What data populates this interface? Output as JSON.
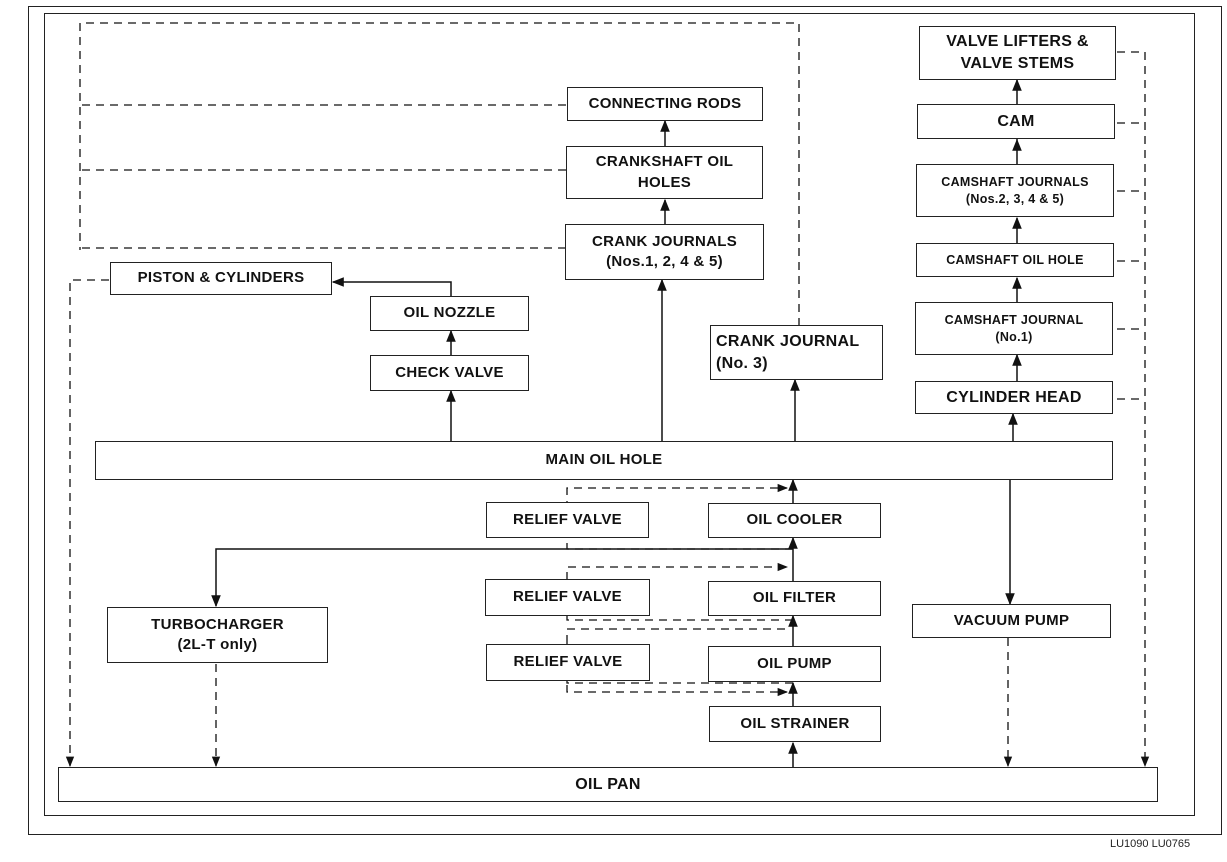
{
  "diagram": {
    "boxes": {
      "valve_lifters": "VALVE LIFTERS &\nVALVE STEMS",
      "cam": "CAM",
      "camshaft_journals": "CAMSHAFT JOURNALS\n(Nos.2, 3, 4 & 5)",
      "camshaft_oil_hole": "CAMSHAFT OIL HOLE",
      "camshaft_journal_1": "CAMSHAFT JOURNAL\n(No.1)",
      "cylinder_head": "CYLINDER HEAD",
      "connecting_rods": "CONNECTING RODS",
      "crankshaft_oil_holes": "CRANKSHAFT OIL\nHOLES",
      "crank_journals": "CRANK JOURNALS\n(Nos.1, 2, 4 & 5)",
      "piston_cylinders": "PISTON & CYLINDERS",
      "oil_nozzle": "OIL NOZZLE",
      "check_valve": "CHECK VALVE",
      "crank_journal_3": "CRANK JOURNAL\n(No. 3)",
      "main_oil_hole": "MAIN OIL HOLE",
      "relief_valve_1": "RELIEF VALVE",
      "oil_cooler": "OIL COOLER",
      "relief_valve_2": "RELIEF VALVE",
      "oil_filter": "OIL FILTER",
      "relief_valve_3": "RELIEF VALVE",
      "oil_pump": "OIL PUMP",
      "oil_strainer": "OIL STRAINER",
      "turbocharger": "TURBOCHARGER\n(2L-T only)",
      "vacuum_pump": "VACUUM PUMP",
      "oil_pan": "OIL PAN"
    },
    "figure_code": "LU1090 LU0765"
  }
}
